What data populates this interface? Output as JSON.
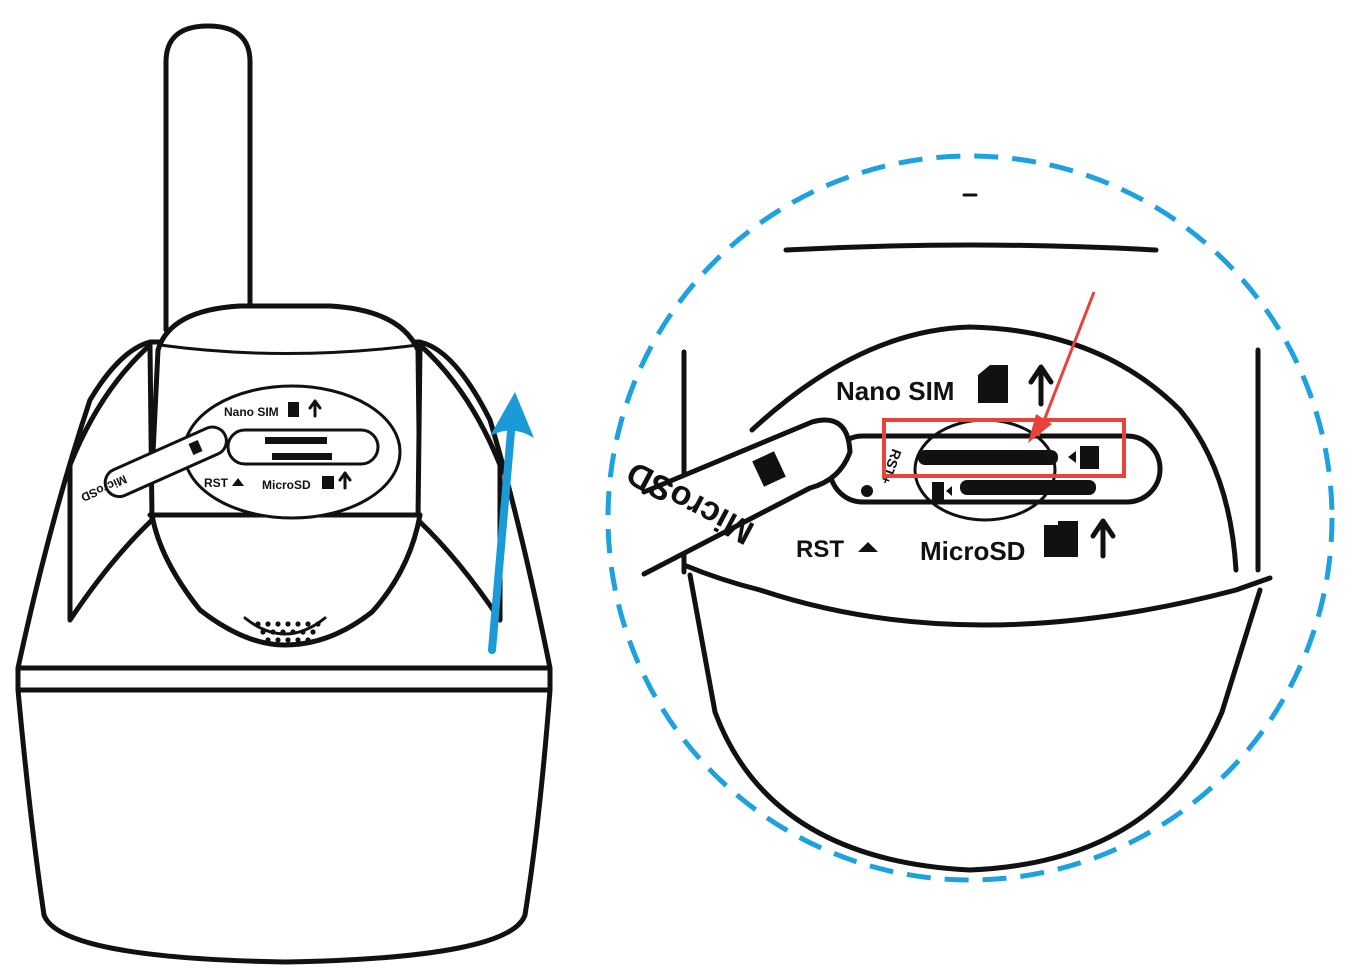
{
  "labels": {
    "nano_sim": "Nano SIM",
    "micro_sd": "MicroSD",
    "rst": "RST",
    "rst_small": "RST+",
    "tool_text": "MicroSD"
  },
  "colors": {
    "ink": "#111111",
    "rotate_arrow": "#1a9ad6",
    "zoom_circle": "#1ea1df",
    "highlight": "#e8433a"
  },
  "icons": {
    "sim_card": "sim-card-icon",
    "sd_card": "sd-card-icon",
    "insert_arrow": "arrow-up-icon",
    "rst_pointer": "triangle-up-icon",
    "rotate": "curved-arrow-up-icon"
  }
}
